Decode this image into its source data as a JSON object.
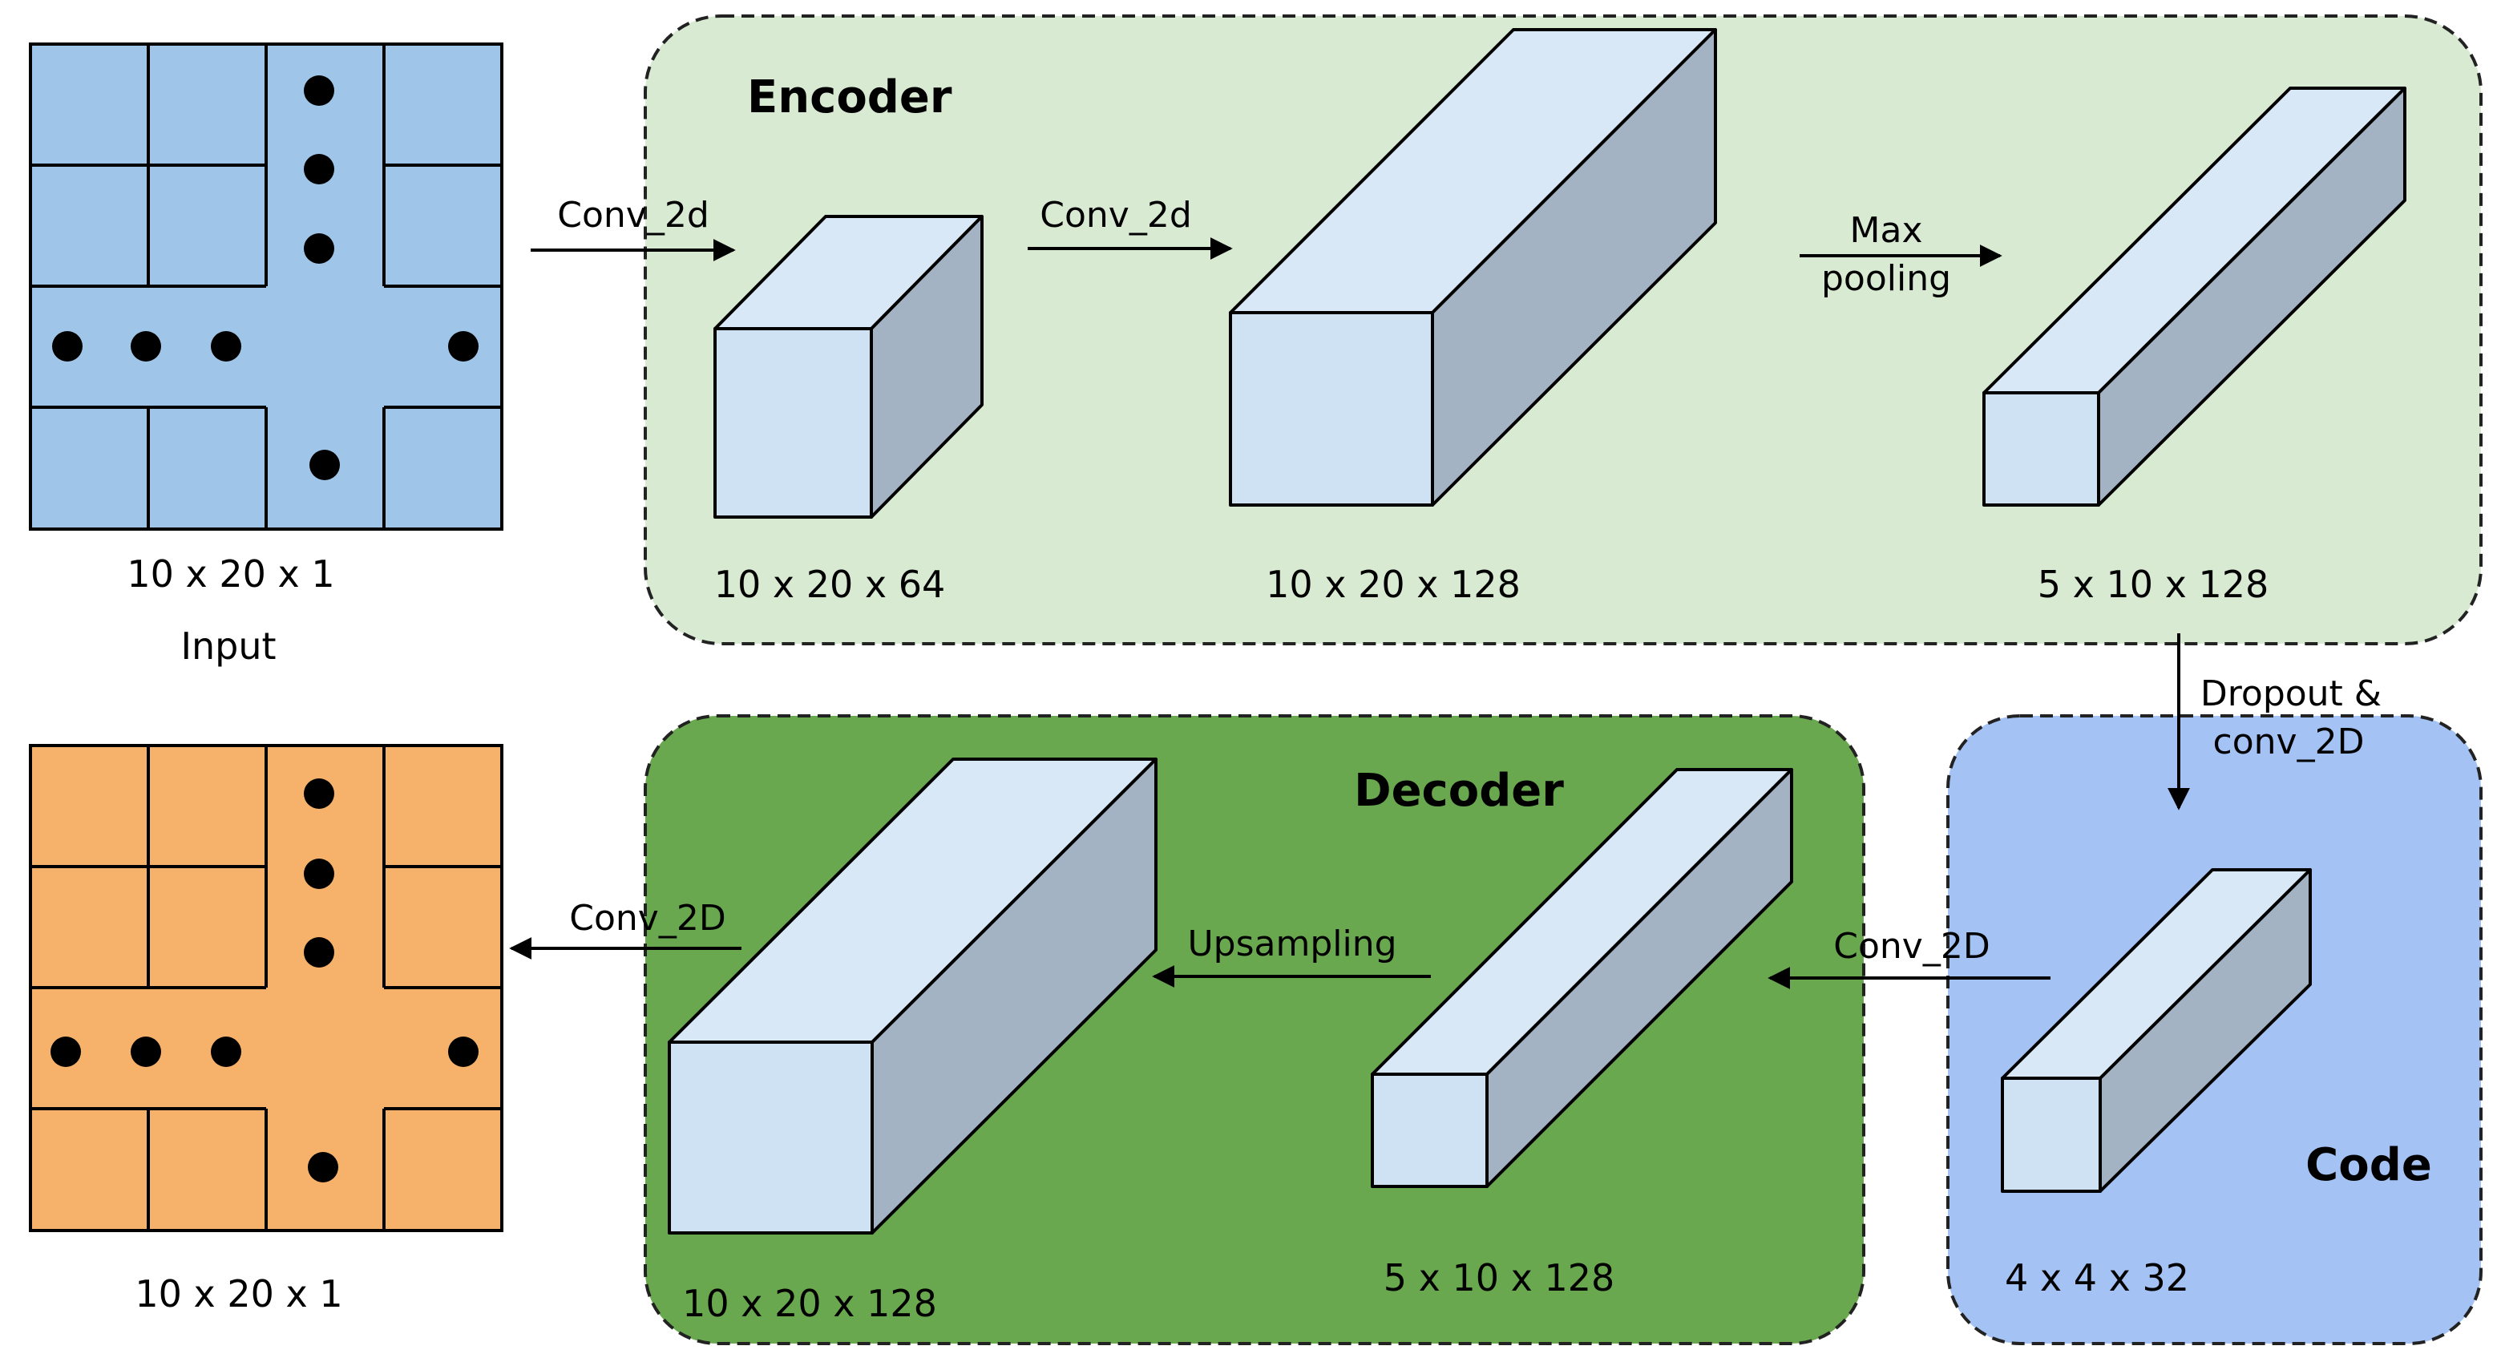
{
  "panels": {
    "encoder_title": "Encoder",
    "decoder_title": "Decoder",
    "code_title": "Code"
  },
  "grids": {
    "input": {
      "dims": "10 x 20 x 1",
      "caption": "Input"
    },
    "output": {
      "dims": "10 x 20 x 1"
    }
  },
  "blocks": {
    "enc1": "10 x 20 x 64",
    "enc2": "10 x 20 x 128",
    "enc3": "5 x 10 x 128",
    "code": "4 x 4 x 32",
    "dec1": "5 x 10 x 128",
    "dec2": "10 x 20 x 128"
  },
  "arrows": {
    "a1": "Conv_2d",
    "a2": "Conv_2d",
    "a3_line1": "Max",
    "a3_line2": "pooling",
    "a4_line1": "Dropout &",
    "a4_line2": "conv_2D",
    "a5": "Conv_2D",
    "a6": "Upsampling",
    "a7": "Conv_2D"
  },
  "colors": {
    "encoder_bg": "#d9ead3",
    "decoder_bg": "#6aa84f",
    "code_bg": "#a4c2f4",
    "input_grid": "#9fc5e8",
    "output_grid": "#f6b26b",
    "cube_front": "#cfe2f3",
    "cube_top": "#d9e8f6",
    "cube_side": "#a3b3c4"
  }
}
